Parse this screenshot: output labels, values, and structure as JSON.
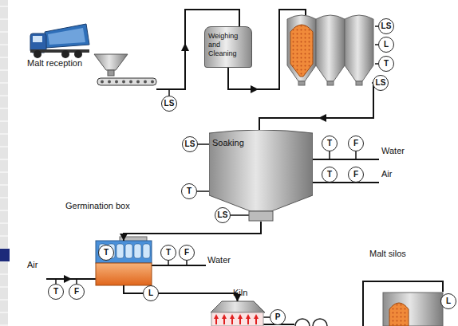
{
  "diagram": {
    "nodes": [
      {
        "text": [
          "Weighing and Cleaning"
        ]
      },
      {
        "text": [
          "LS"
        ]
      },
      {
        "text": [
          "L"
        ]
      },
      {
        "text": [
          "T"
        ]
      },
      {
        "text": [
          "LS"
        ]
      },
      {
        "text": [
          "LS"
        ]
      },
      {
        "text": [
          "Soaking"
        ]
      },
      {
        "text": [
          "LS"
        ]
      },
      {
        "text": [
          "T"
        ]
      },
      {
        "text": [
          "F"
        ]
      },
      {
        "text": [
          "T"
        ]
      },
      {
        "text": [
          "F"
        ]
      },
      {
        "text": [
          "T"
        ]
      },
      {
        "text": [
          "LS"
        ]
      },
      {
        "text": [
          "Germination box"
        ]
      },
      {
        "text": [
          "T"
        ]
      },
      {
        "text": [
          "T"
        ]
      },
      {
        "text": [
          "F"
        ]
      },
      {
        "text": [
          "T"
        ]
      },
      {
        "text": [
          "F"
        ]
      },
      {
        "text": [
          "L"
        ]
      },
      {
        "text": [
          "Kiln"
        ]
      },
      {
        "text": [
          "L"
        ]
      },
      {
        "text": [
          "P"
        ]
      }
    ],
    "edges": [
      {
        "from": 6,
        "to": 14,
        "arrow": "to"
      },
      {
        "from": 14,
        "to": 21,
        "arrow": "to"
      }
    ],
    "labels": [
      "Malt reception",
      "Water",
      "Air",
      "Water",
      "Air",
      "Malt silos"
    ]
  }
}
